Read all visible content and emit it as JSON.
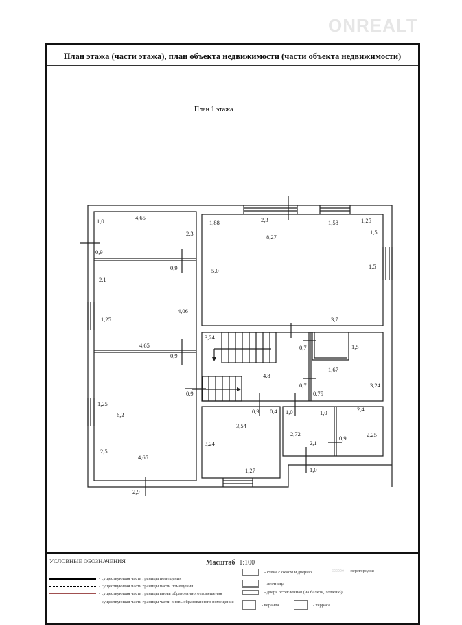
{
  "watermark": "ONREALT",
  "title": "План этажа (части этажа), план объекта недвижимости (части объекта недвижимости)",
  "plan_title": "План 1 этажа",
  "dimension_labels": [
    "1,0",
    "4,65",
    "2,3",
    "0,9",
    "0,9",
    "2,1",
    "1,25",
    "4,06",
    "1,88",
    "2,3",
    "8,27",
    "1,58",
    "1,25",
    "1,5",
    "5,0",
    "1,5",
    "3,7",
    "3,24",
    "4,65",
    "0,9",
    "0,7",
    "1,5",
    "1,67",
    "4,8",
    "0,7",
    "3,24",
    "0,75",
    "0,9",
    "1,25",
    "6,2",
    "0,9",
    "0,4",
    "1,0",
    "1,0",
    "2,4",
    "3,54",
    "2,72",
    "0,9",
    "2,25",
    "2,1",
    "3,24",
    "2,5",
    "4,65",
    "1,27",
    "1,0",
    "2,9"
  ],
  "legend": {
    "heading": "УСЛОВНЫЕ ОБОЗНАЧЕНИЯ",
    "scale_label": "Масштаб",
    "scale_value": "1:100",
    "lines": [
      {
        "text": "- существующая часть границы помещения",
        "color": "#000000",
        "style": "solid"
      },
      {
        "text": "- существующая часть границы части помещения",
        "color": "#000000",
        "style": "dashed"
      },
      {
        "text": "- существующая часть границы вновь образованного помещения",
        "color": "#a05050",
        "style": "solid"
      },
      {
        "text": "- существующая часть границы части вновь образованного помещения",
        "color": "#a05050",
        "style": "dashed"
      }
    ],
    "symbols": {
      "wall": "- стена с окном и дверью",
      "partition": "- перегородки",
      "stairs": "- лестница",
      "glass_door": "- дверь остекленная (на балкон, лоджию)",
      "veranda": "- веранда",
      "terrace": "- терраса"
    }
  }
}
